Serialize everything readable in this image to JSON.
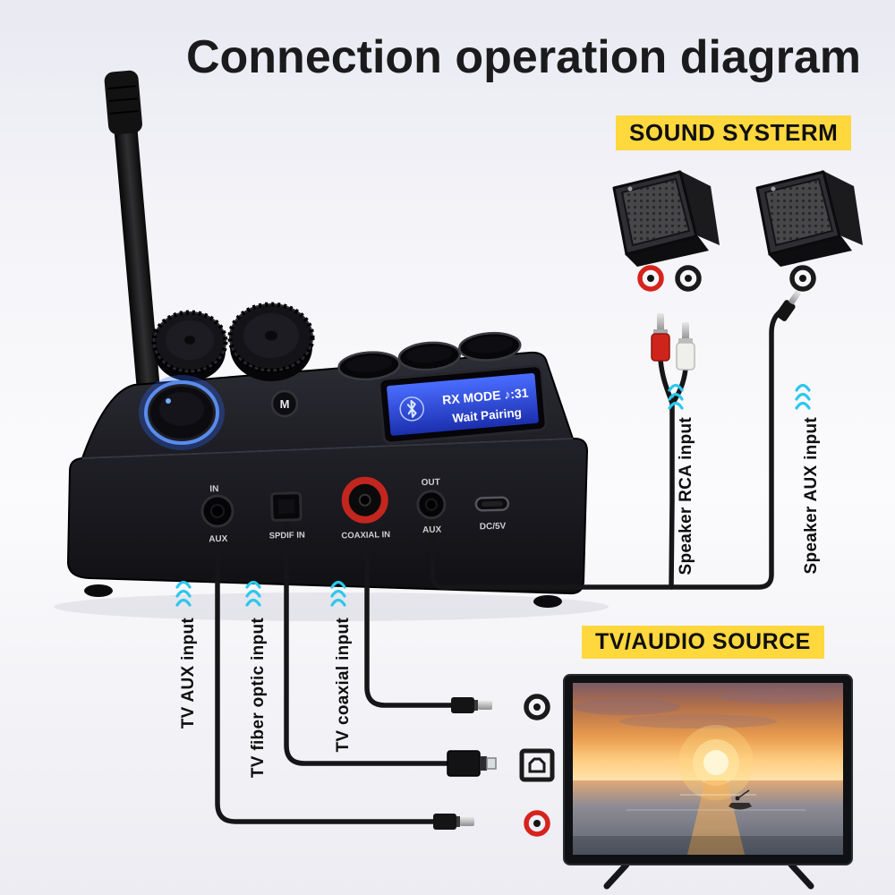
{
  "title": "Connection operation diagram",
  "sound_system": {
    "label": "SOUND SYSTERM",
    "rca_input_label": "Speaker RCA input",
    "aux_input_label": "Speaker AUX input"
  },
  "tv_source": {
    "label": "TV/AUDIO SOURCE",
    "aux_input_label": "TV AUX input",
    "fiber_input_label": "TV fiber optic input",
    "coaxial_input_label": "TV coaxial input"
  },
  "device": {
    "mode_button_label": "M",
    "display": {
      "mode_line": "RX MODE ♪:31",
      "status_line": "Wait Pairing"
    },
    "ports": {
      "aux_in_top": "IN",
      "aux_in": "AUX",
      "spdif_in": "SPDIF IN",
      "coaxial_in": "COAXIAL IN",
      "aux_out_top": "OUT",
      "aux_out": "AUX",
      "power": "DC/5V"
    }
  },
  "icons": {
    "bluetooth": "bluetooth-icon",
    "rca_jack_red": "rca-jack-red-icon",
    "rca_jack_white": "rca-jack-white-icon",
    "speaker_aux_jack": "aux-jack-icon",
    "tv_aux_jack": "aux-jack-icon",
    "tv_optical_jack": "optical-jack-icon",
    "tv_coaxial_jack": "coaxial-jack-icon",
    "signal_arrows": "signal-direction-arrows-icon"
  },
  "colors": {
    "badge_yellow": "#ffd83e",
    "arrow_cyan": "#2cc7ee",
    "lcd_blue": "#2b50e8",
    "rca_red": "#d6231d",
    "rca_white": "#efefec",
    "device_black": "#17171c"
  }
}
